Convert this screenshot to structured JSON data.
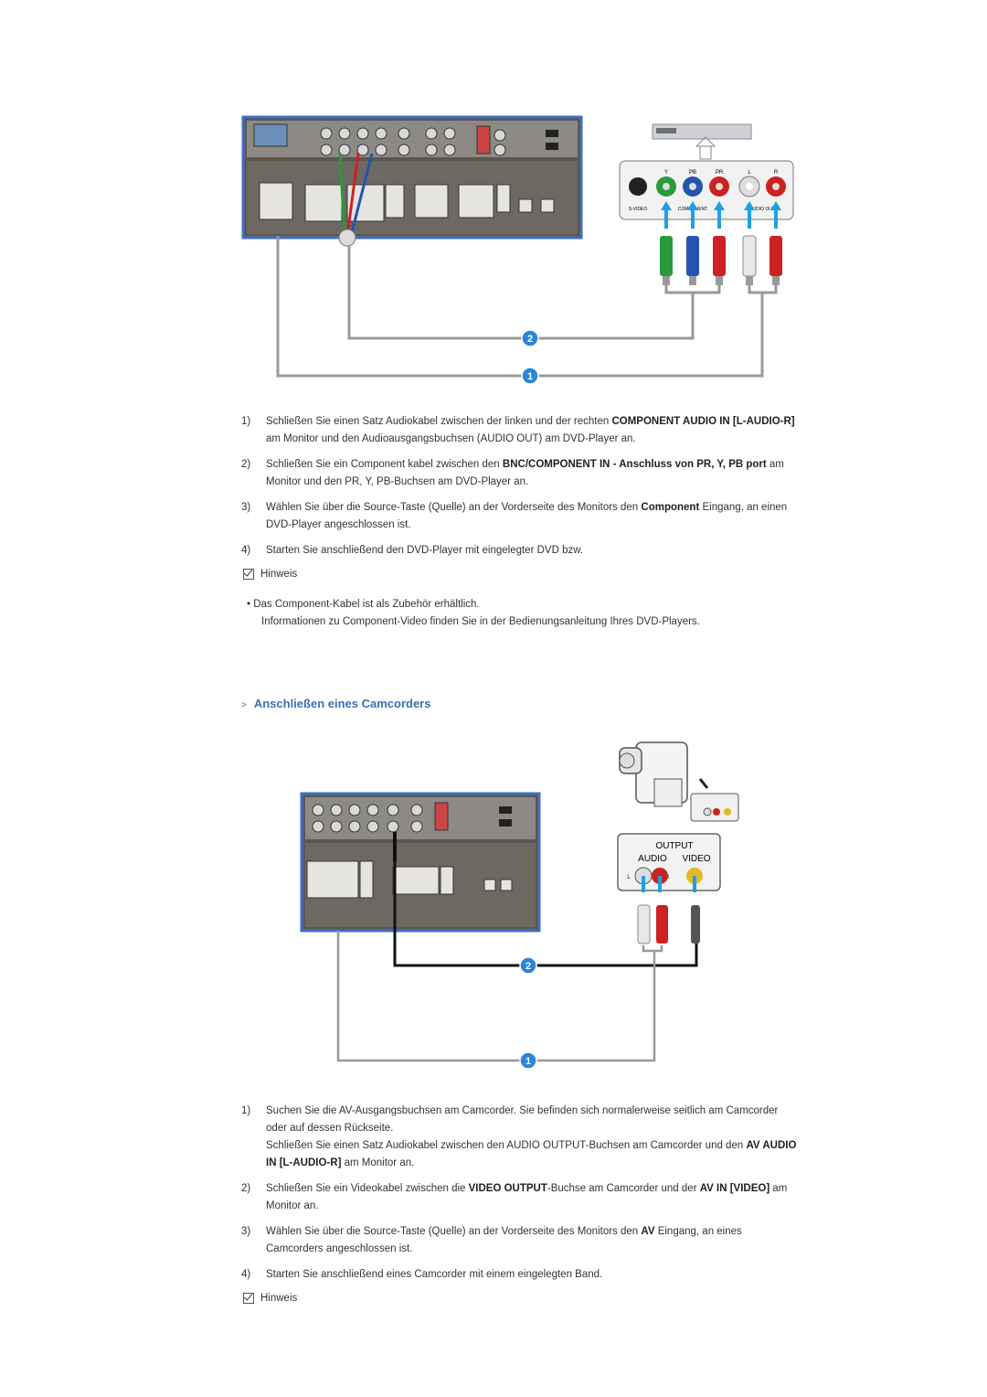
{
  "diagram1": {
    "callout1": "1",
    "callout2": "2",
    "panel_labels": [
      "Y",
      "PB",
      "PR",
      "L",
      "R"
    ],
    "panel_groups": [
      "S-VIDEO",
      "COMPONENT",
      "AUDIO OUT"
    ]
  },
  "section1": {
    "steps": [
      {
        "num": "1)",
        "pre": "Schließen Sie einen Satz Audiokabel zwischen der linken und der rechten ",
        "bold": "COMPONENT AUDIO IN [L-AUDIO-R]",
        "post": " am Monitor und den Audioausgangsbuchsen (AUDIO OUT) am DVD-Player an."
      },
      {
        "num": "2)",
        "pre": "Schließen Sie ein Component kabel zwischen den ",
        "bold": "BNC/COMPONENT IN - Anschluss von PR, Y, PB port",
        "post": " am Monitor und den PR, Y, PB-Buchsen am DVD-Player an."
      },
      {
        "num": "3)",
        "pre": "Wählen Sie über die Source-Taste (Quelle) an der Vorderseite des Monitors den ",
        "bold": "Component",
        "post": " Eingang, an einen DVD-Player angeschlossen ist."
      },
      {
        "num": "4)",
        "pre": "Starten Sie anschließend den DVD-Player mit eingelegter DVD bzw.",
        "bold": "",
        "post": ""
      }
    ],
    "note_label": "Hinweis",
    "bullet_line1": "Das Component-Kabel ist als Zubehör erhältlich.",
    "bullet_line2": "Informationen zu Component-Video finden Sie in der Bedienungsanleitung Ihres DVD-Players."
  },
  "section2": {
    "heading": "Anschließen eines Camcorders",
    "diagram": {
      "callout1": "1",
      "callout2": "2",
      "output_label": "OUTPUT",
      "audio_label": "AUDIO",
      "video_label": "VIDEO",
      "l_label": "L",
      "r_label": "R"
    },
    "steps": [
      {
        "num": "1)",
        "lines": [
          {
            "pre": "Suchen Sie die AV-Ausgangsbuchsen am Camcorder. Sie befinden sich normalerweise seitlich am Camcorder oder auf dessen Rückseite.",
            "bold": "",
            "post": ""
          },
          {
            "pre": "Schließen Sie einen Satz Audiokabel zwischen den AUDIO OUTPUT-Buchsen am Camcorder und den ",
            "bold": "AV AUDIO IN [L-AUDIO-R]",
            "post": " am Monitor an."
          }
        ]
      },
      {
        "num": "2)",
        "lines": [
          {
            "pre": "Schließen Sie ein Videokabel zwischen die ",
            "bold": "VIDEO OUTPUT",
            "post": "-Buchse am Camcorder und der ",
            "bold2": "AV IN [VIDEO]",
            "post2": " am Monitor an."
          }
        ]
      },
      {
        "num": "3)",
        "lines": [
          {
            "pre": "Wählen Sie über die Source-Taste (Quelle) an der Vorderseite des Monitors den ",
            "bold": "AV",
            "post": " Eingang, an eines Camcorders angeschlossen ist."
          }
        ]
      },
      {
        "num": "4)",
        "lines": [
          {
            "pre": "Starten Sie anschließend eines Camcorder mit einem eingelegten Band.",
            "bold": "",
            "post": ""
          }
        ]
      }
    ],
    "note_label": "Hinweis"
  }
}
